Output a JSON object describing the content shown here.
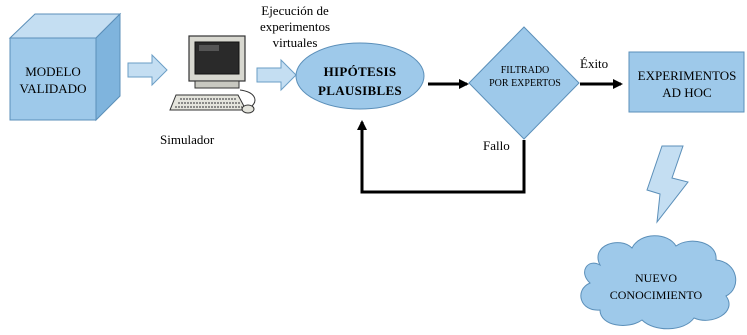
{
  "nodes": {
    "modelo": {
      "line1": "MODELO",
      "line2": "VALIDADO"
    },
    "hipotesis": {
      "line1": "HIPÓTESIS",
      "line2": "PLAUSIBLES"
    },
    "filtrado": {
      "line1": "FILTRADO",
      "line2": "POR EXPERTOS"
    },
    "experimentos": {
      "line1": "EXPERIMENTOS",
      "line2": "AD HOC"
    },
    "nuevo": {
      "line1": "NUEVO",
      "line2": "CONOCIMIENTO"
    }
  },
  "labels": {
    "ejecucion": [
      "Ejecución de",
      "experimentos",
      "virtuales"
    ],
    "simulador": "Simulador",
    "exito": "Éxito",
    "fallo": "Fallo"
  },
  "colors": {
    "fill": "#9ec9ea",
    "fill_light": "#c4def2",
    "stroke": "#5b8fb9",
    "arrow": "#000000"
  },
  "icons": {
    "simulador": "computer-icon",
    "rayo": "lightning-icon"
  }
}
